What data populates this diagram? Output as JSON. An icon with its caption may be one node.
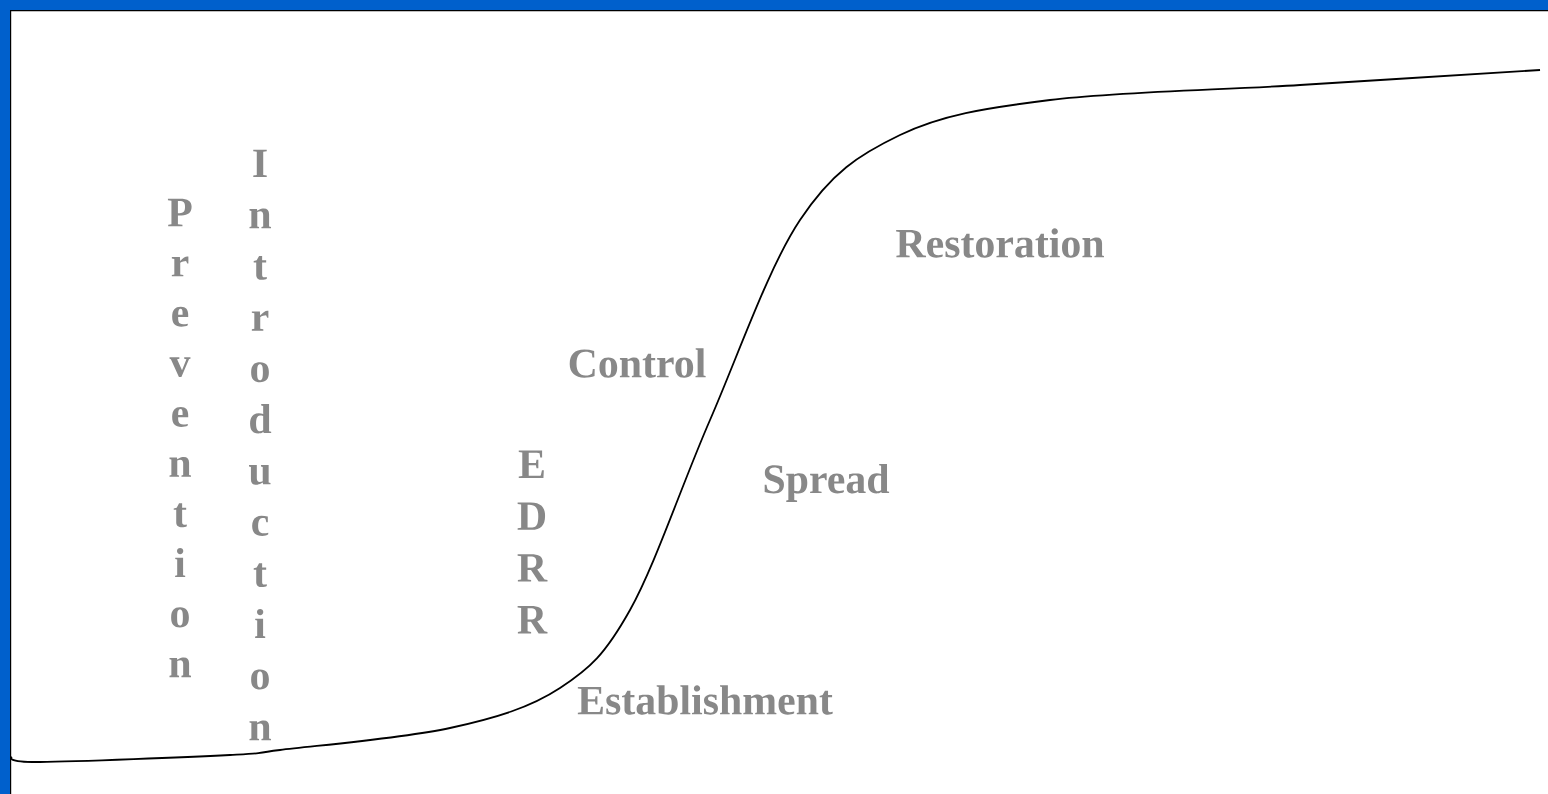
{
  "diagram": {
    "labels": [
      "Prevention",
      "Introduction",
      "EDRR",
      "Control",
      "Spread",
      "Establishment",
      "Restoration"
    ]
  }
}
